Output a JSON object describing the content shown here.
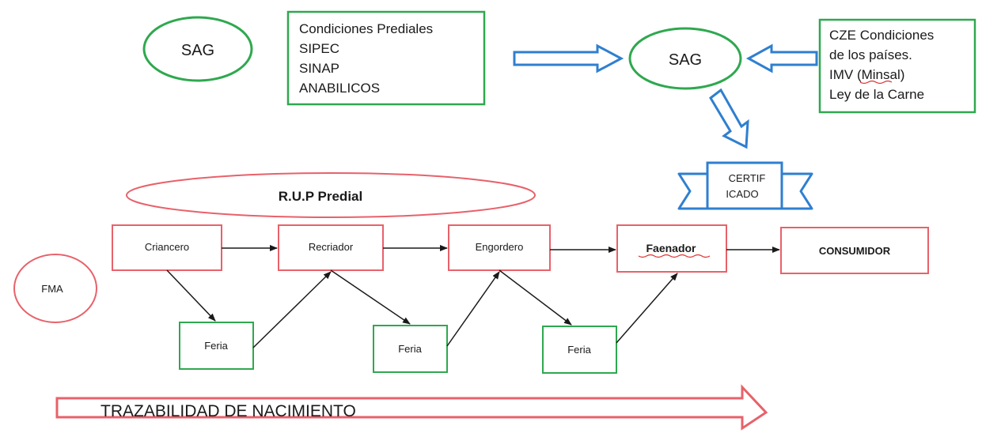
{
  "colors": {
    "green": "#2fa84f",
    "red": "#e8616a",
    "blue": "#2f7fd0",
    "black": "#1a1a1a"
  },
  "nodes": {
    "sag_left": "SAG",
    "sag_right": "SAG",
    "requirements": [
      "Condiciones Prediales",
      "SIPEC",
      "SINAP",
      "ANABILICOS"
    ],
    "country_conditions": [
      "CZE Condiciones",
      "de los países.",
      "IMV (Minsal)",
      "Ley de la Carne"
    ],
    "certificate": [
      "CERTIF",
      "ICADO"
    ],
    "rup": "R.U.P Predial",
    "fma": "FMA",
    "criancero": "Criancero",
    "recriador": "Recriador",
    "engordero": "Engordero",
    "faenador": "Faenador",
    "consumidor": "CONSUMIDOR",
    "feria_1": "Feria",
    "feria_2": "Feria",
    "feria_3": "Feria",
    "traceability": "TRAZABILIDAD DE NACIMIENTO"
  }
}
